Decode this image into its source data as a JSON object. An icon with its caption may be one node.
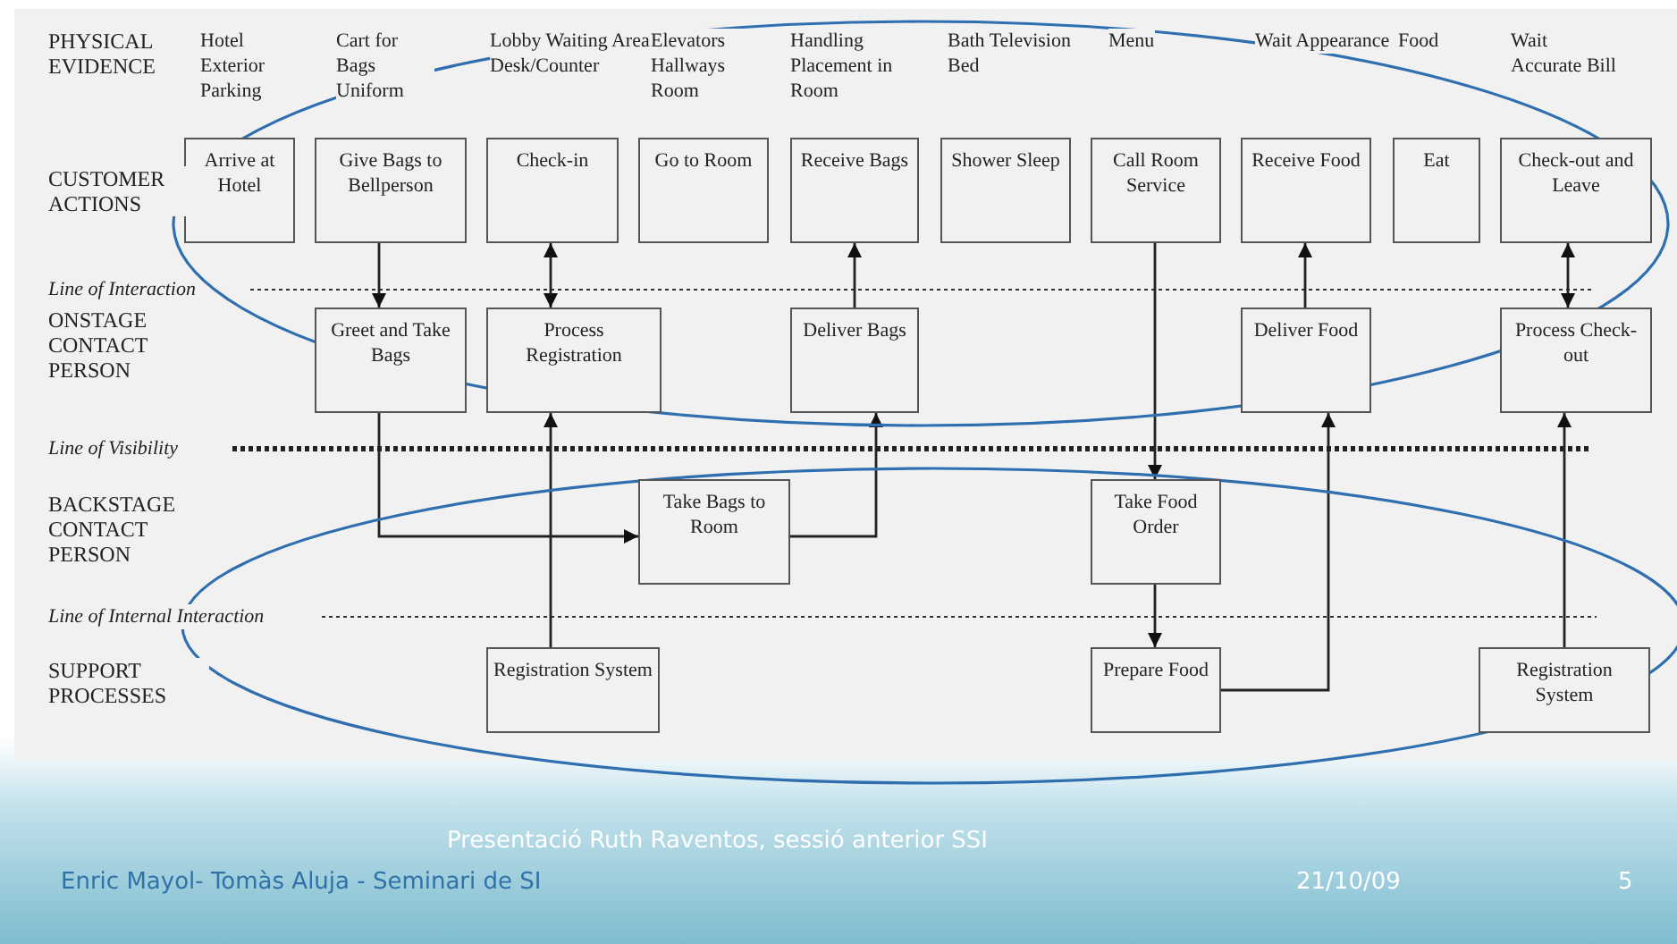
{
  "diagram": {
    "nodes": [
      {
        "text": [
          "Arrive at Hotel"
        ]
      },
      {
        "text": [
          "Give Bags to Bellperson"
        ]
      },
      {
        "text": [
          "Check-in"
        ]
      },
      {
        "text": [
          "Go to Room"
        ]
      },
      {
        "text": [
          "Receive Bags"
        ]
      },
      {
        "text": [
          "Shower Sleep"
        ]
      },
      {
        "text": [
          "Call Room Service"
        ]
      },
      {
        "text": [
          "Receive Food"
        ]
      },
      {
        "text": [
          "Eat"
        ]
      },
      {
        "text": [
          "Check-out and Leave"
        ]
      },
      {
        "text": [
          "Greet and Take Bags"
        ]
      },
      {
        "text": [
          "Process Registration"
        ]
      },
      {
        "text": [
          "Deliver Bags"
        ]
      },
      {
        "text": [
          "Deliver Food"
        ]
      },
      {
        "text": [
          "Process Check-out"
        ]
      },
      {
        "text": [
          "Take Bags to Room"
        ]
      },
      {
        "text": [
          "Take Food Order"
        ]
      },
      {
        "text": [
          "Registration System"
        ]
      },
      {
        "text": [
          "Prepare Food"
        ]
      },
      {
        "text": [
          "Registration System"
        ]
      }
    ],
    "edges": [
      {
        "from": 1,
        "to": 10,
        "arrow": "to"
      },
      {
        "from": 11,
        "to": 2,
        "arrow": "both"
      },
      {
        "from": 12,
        "to": 4,
        "arrow": "to"
      },
      {
        "from": 13,
        "to": 7,
        "arrow": "to"
      },
      {
        "from": 9,
        "to": 14,
        "arrow": "both"
      },
      {
        "from": 10,
        "to": 15,
        "arrow": "to"
      },
      {
        "from": 17,
        "to": 11,
        "arrow": "to"
      },
      {
        "from": 15,
        "to": 12,
        "arrow": "to"
      },
      {
        "from": 6,
        "to": 16,
        "arrow": "to"
      },
      {
        "from": 16,
        "to": 18,
        "arrow": "to"
      },
      {
        "from": 18,
        "to": 13,
        "arrow": "to"
      },
      {
        "from": 19,
        "to": 14,
        "arrow": "to"
      }
    ],
    "labels": [
      "PHYSICAL EVIDENCE",
      "Hotel Exterior Parking",
      "Cart for Bags Uniform",
      "Lobby Waiting Area Desk/Counter",
      "Elevators Hallways Room",
      "Handling Placement in Room",
      "Bath Television Bed",
      "Menu",
      "Wait Appearance",
      "Food",
      "Wait Accurate Bill",
      "CUSTOMER ACTIONS",
      "Line of Interaction",
      "ONSTAGE CONTACT PERSON",
      "Line of Visibility",
      "BACKSTAGE CONTACT PERSON",
      "Line of Internal Interaction",
      "SUPPORT PROCESSES",
      "Presentació Ruth Raventos, sessió anterior SSI",
      "Enric Mayol- Tomàs Aluja - Seminari de SI",
      "21/10/09",
      "5"
    ]
  }
}
